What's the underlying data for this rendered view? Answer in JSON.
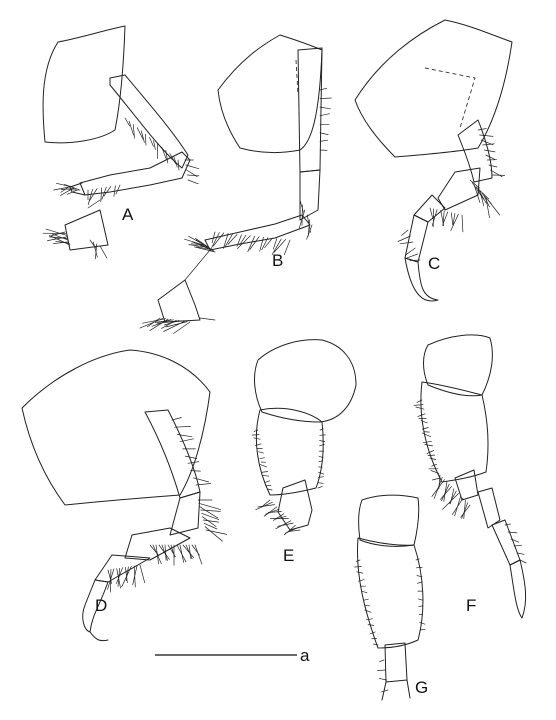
{
  "figure": {
    "panel_labels": [
      "A",
      "B",
      "C",
      "D",
      "E",
      "F",
      "G"
    ],
    "scale_bar_label": "a"
  },
  "colors": {
    "ink": "#222222",
    "background": "#ffffff"
  }
}
